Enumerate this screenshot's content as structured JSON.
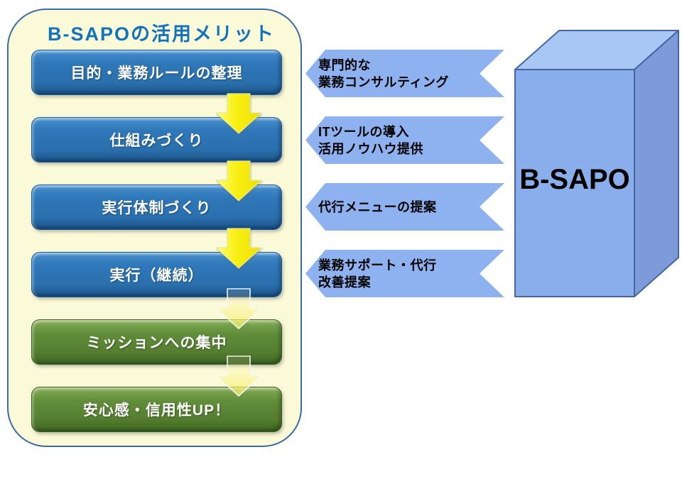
{
  "panel": {
    "title": "B-SAPOの活用メリット",
    "title_color": "#1173BE",
    "background_color": "#FBFAD8",
    "border_color": "#3A6BA5",
    "steps": [
      {
        "label": "目的・業務ルールの整理",
        "type": "process",
        "color": "#2E77B8"
      },
      {
        "label": "仕組みづくり",
        "type": "process",
        "color": "#2E77B8"
      },
      {
        "label": "実行体制づくり",
        "type": "process",
        "color": "#2E77B8"
      },
      {
        "label": "実行（継続）",
        "type": "process",
        "color": "#2E77B8"
      },
      {
        "label": "ミッションへの集中",
        "type": "benefit",
        "color": "#608D3A"
      },
      {
        "label": "安心感・信用性UP！",
        "type": "benefit",
        "color": "#608D3A"
      }
    ],
    "arrows": {
      "bright_color": "#F7EC00",
      "faded_color": "rgba(240,233,100,0.85)",
      "bright_count": 3,
      "faded_count": 2
    }
  },
  "callouts": [
    {
      "lines": [
        "専門的な",
        "業務コンサルティング"
      ]
    },
    {
      "lines": [
        "ITツールの導入",
        "活用ノウハウ提供"
      ]
    },
    {
      "lines": [
        "代行メニューの提案"
      ]
    },
    {
      "lines": [
        "業務サポート・代行",
        "改善提案"
      ]
    }
  ],
  "callout_color": "#8DB2EF",
  "product": {
    "label": "B-SAPO",
    "front_color": "#8AAEEC",
    "top_color": "#A9C7F4",
    "side_color": "#7D9BD8",
    "outline_color": "#44659F"
  }
}
